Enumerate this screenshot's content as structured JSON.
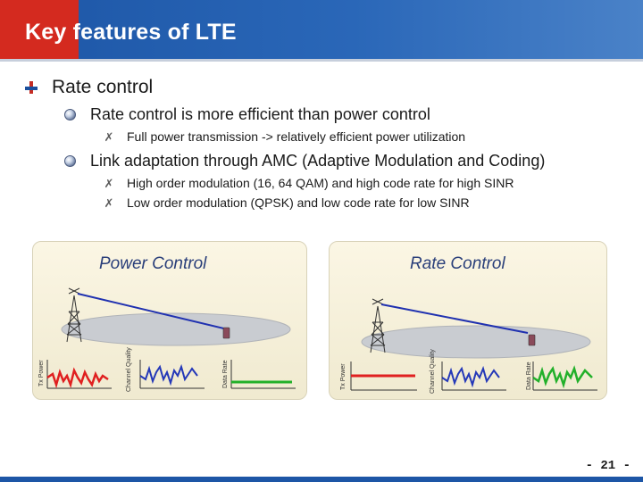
{
  "header": {
    "title": "Key features of LTE"
  },
  "bullets": {
    "level1": "Rate control",
    "item1": {
      "text": "Rate control is more efficient than power control",
      "sub": [
        "Full power transmission -> relatively efficient power utilization"
      ]
    },
    "item2": {
      "text": "Link adaptation through AMC (Adaptive Modulation and Coding)",
      "sub": [
        "High order modulation (16, 64 QAM) and high code rate for high SINR",
        "Low order modulation (QPSK) and low code rate for low SINR"
      ]
    }
  },
  "panels": {
    "left": {
      "title": "Power Control",
      "label_tx": "Tx Power",
      "label_cq": "Channel Quality",
      "label_dr": "Data Rate"
    },
    "right": {
      "title": "Rate Control",
      "label_tx": "Tx Power",
      "label_cq": "Channel Quality",
      "label_dr": "Data Rate"
    }
  },
  "footer": {
    "page": "- 21 -"
  },
  "colors": {
    "header": "#1d56a6",
    "accent": "#d42a1f",
    "power_line": "#e02020",
    "rate_line": "#22b02a",
    "quality_line": "#2438b8"
  }
}
